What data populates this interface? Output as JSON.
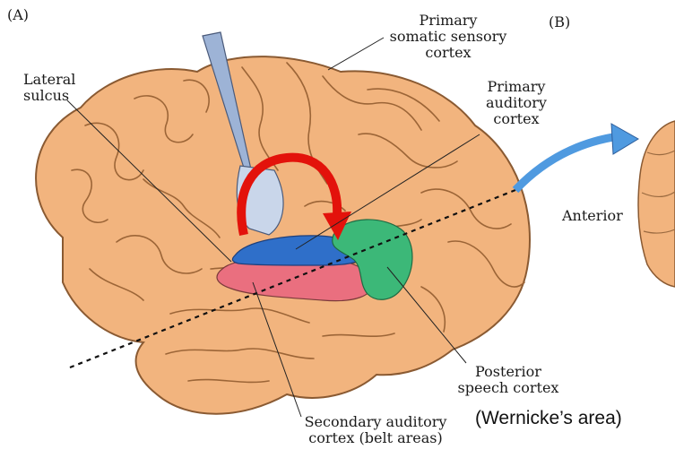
{
  "panels": {
    "a": "(A)",
    "b": "(B)"
  },
  "labels": {
    "primary_somatic": "Primary\nsomatic sensory\ncortex",
    "lateral_sulcus": "Lateral\nsulcus",
    "primary_auditory": "Primary\nauditory\ncortex",
    "anterior": "Anterior",
    "posterior_speech": "Posterior\nspeech cortex",
    "wernicke": "(Wernicke’s area)",
    "secondary_auditory": "Secondary auditory\ncortex (belt areas)"
  },
  "colors": {
    "brain": "#f2b47e",
    "brain_edge": "#8a5a32",
    "primary_auditory": "#2f6fc9",
    "belt": "#ea6f7f",
    "wernicke": "#3cb878",
    "red_arrow": "#e3120b",
    "blue_arrow": "#4f9ae0"
  }
}
